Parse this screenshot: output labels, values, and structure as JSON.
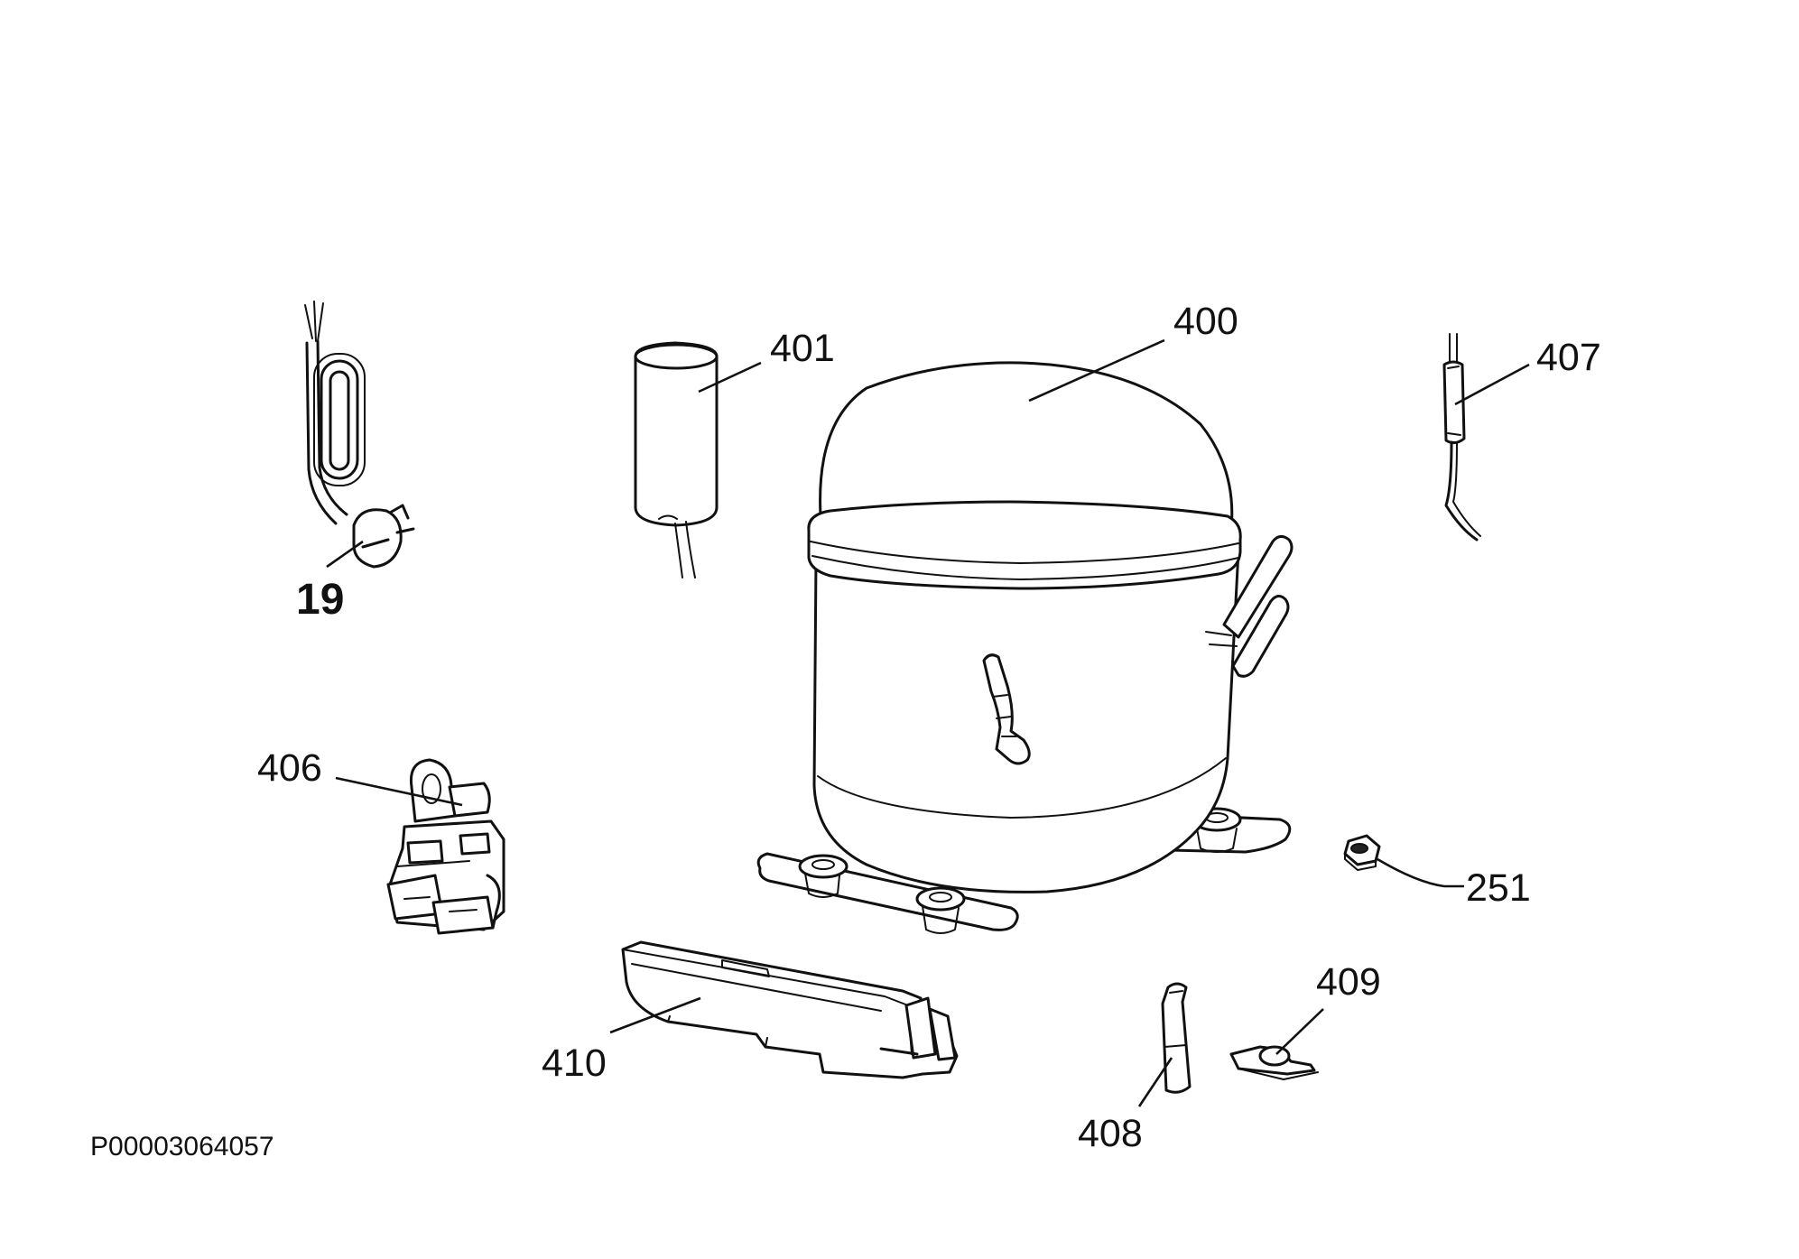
{
  "callouts": {
    "c19": "19",
    "c401": "401",
    "c400": "400",
    "c407": "407",
    "c406": "406",
    "c251": "251",
    "c409": "409",
    "c410": "410",
    "c408": "408"
  },
  "drawing_code": "P00003064057"
}
